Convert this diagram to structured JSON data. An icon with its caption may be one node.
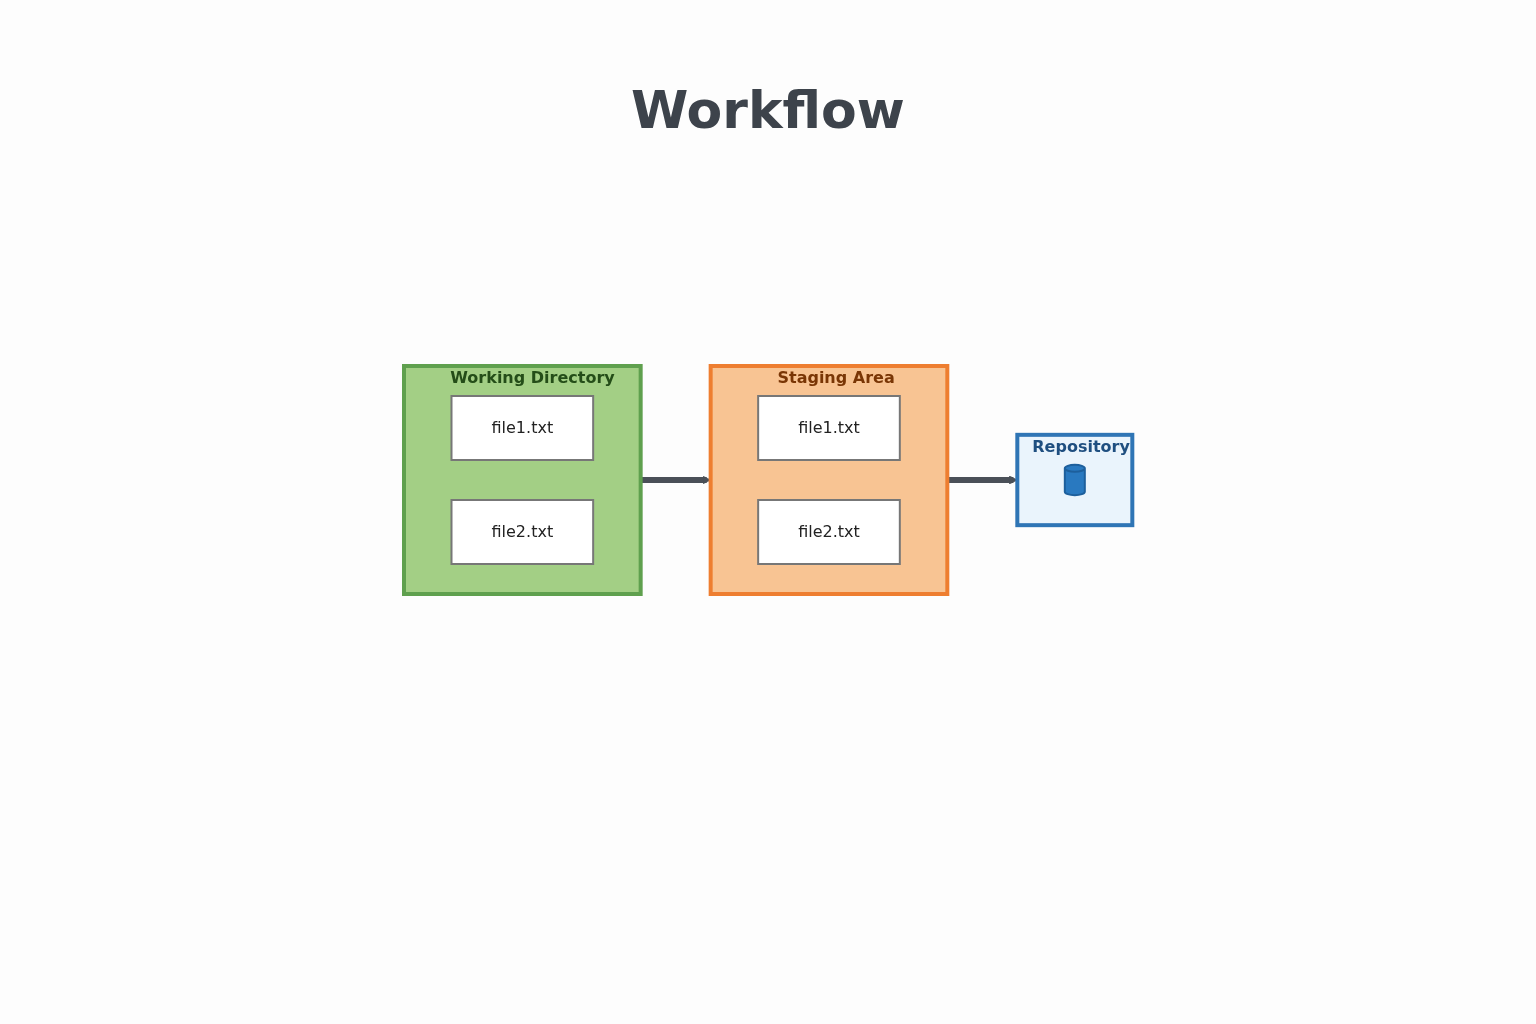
{
  "diagram": {
    "title": "Workflow",
    "nodes": [
      {
        "text": [
          "Working Directory"
        ]
      },
      {
        "text": [
          "file1.txt"
        ],
        "in": 0
      },
      {
        "text": [
          "file2.txt"
        ],
        "in": 0
      },
      {
        "text": [
          "Staging Area"
        ]
      },
      {
        "text": [
          "file1.txt"
        ],
        "in": 3
      },
      {
        "text": [
          "file2.txt"
        ],
        "in": 3
      },
      {
        "text": [
          "Repository"
        ]
      },
      {
        "text": [],
        "shape": "cylinder",
        "in": 6
      }
    ],
    "edges": [
      {
        "from": 0,
        "to": 3,
        "arrow": "to"
      },
      {
        "from": 3,
        "to": 6,
        "arrow": "to"
      }
    ]
  }
}
